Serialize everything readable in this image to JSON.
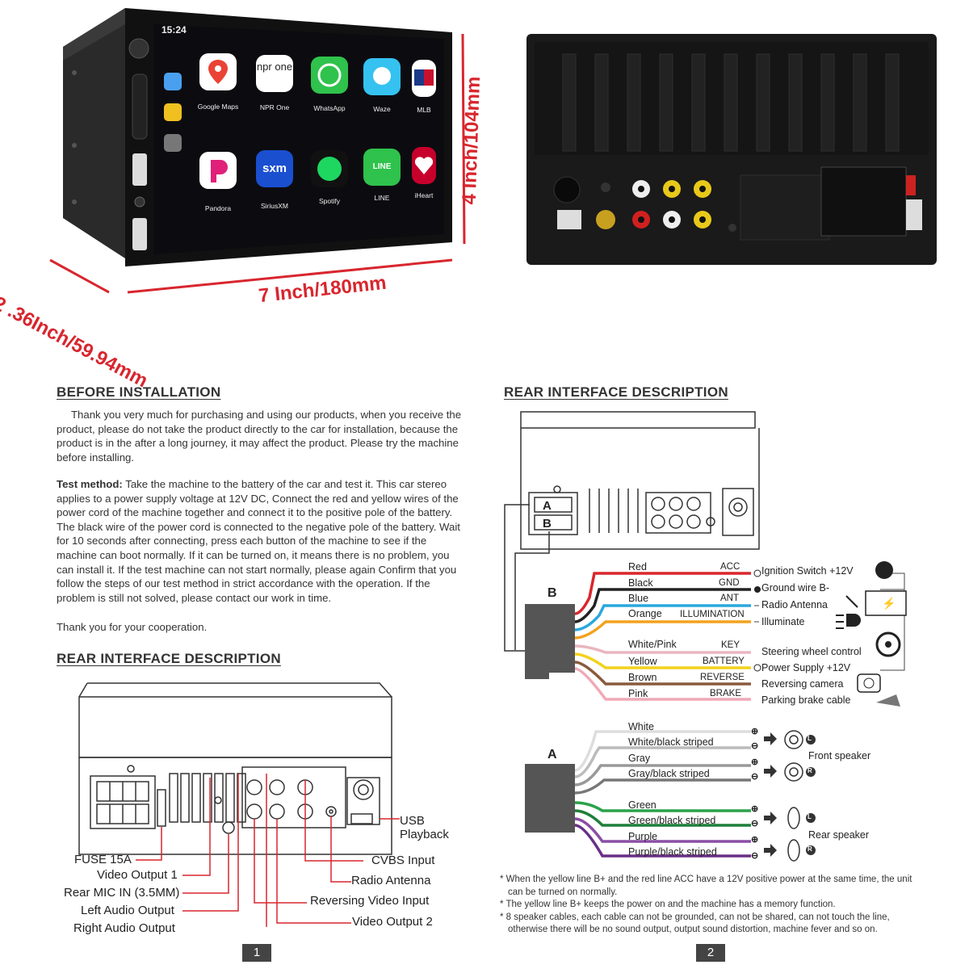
{
  "product": {
    "screen_time": "15:24",
    "apps_row1": [
      "Google Maps",
      "NPR One",
      "WhatsApp",
      "Waze",
      "MLB"
    ],
    "apps_row2": [
      "Pandora",
      "SiriusXM",
      "Spotify",
      "LINE",
      "iHeart"
    ],
    "npr_icon_text": "npr one",
    "sxm_icon_text": "sxm",
    "line_icon_text": "LINE",
    "dim_height": "4 Inch/104mm",
    "dim_width": "7 Inch/180mm",
    "dim_depth": "2 .36Inch/59.94mm"
  },
  "page1": {
    "before_title": "BEFORE INSTALLATION",
    "intro": "Thank you very much for purchasing and using our products, when you receive the product, please do not take the product directly to the car for installation, because the product is in the after a long journey, it may affect the product. Please try the machine before installing.",
    "test_label": "Test method:",
    "test_text": "Take the machine to the battery of the car and test it. This car stereo applies to a power supply voltage at 12V DC, Connect the red and yellow wires of the power cord of the machine together and connect it to the positive pole of the battery. The black wire of the power cord is connected to the negative pole of the battery. Wait for 10 seconds after connecting, press each button of the machine to see if the machine can boot normally. If it can be turned on, it means there is no problem, you can install it. If the test machine can not start normally, please again Confirm that you follow the steps of our test method in strict accordance with the operation. If the problem is still not solved, please contact our work in time.",
    "thanks": "Thank you for your cooperation.",
    "rear_title": "REAR INTERFACE DESCRIPTION",
    "left_labels": [
      "FUSE  15A",
      "Video Output 1",
      "Rear MIC IN (3.5MM)",
      "Left Audio Output",
      "Right Audio Output"
    ],
    "right_labels": [
      "CVBS Input",
      "Radio Antenna",
      "Reversing Video Input",
      "Video Output 2"
    ],
    "usb_label_1": "USB",
    "usb_label_2": "Playback",
    "page_number": "1"
  },
  "page2": {
    "rear_title": "REAR INTERFACE DESCRIPTION",
    "connector_b": "B",
    "connector_a": "A",
    "b_wires": [
      {
        "left": "Red",
        "right": "ACC",
        "color": "#d9262c"
      },
      {
        "left": "Black",
        "right": "GND",
        "color": "#222222"
      },
      {
        "left": "Blue",
        "right": "ANT",
        "color": "#29a8dc"
      },
      {
        "left": "Orange",
        "right": "ILLUMINATION",
        "color": "#f3a21d"
      },
      {
        "left": "White/Pink",
        "right": "KEY",
        "color": "#e9b6c0"
      },
      {
        "left": "Yellow",
        "right": "BATTERY",
        "color": "#f3d21d"
      },
      {
        "left": "Brown",
        "right": "REVERSE",
        "color": "#8a5a3c"
      },
      {
        "left": "Pink",
        "right": "BRAKE",
        "color": "#f0a9b6"
      }
    ],
    "b_targets": [
      "Ignition Switch +12V",
      "Ground wire B-",
      "Radio Antenna",
      "Illuminate",
      "Steering wheel control",
      "Power Supply +12V",
      "Reversing camera",
      "Parking brake cable"
    ],
    "a_wires": [
      {
        "left": "White",
        "color": "#dddddd"
      },
      {
        "left": "White/black striped",
        "color": "#bbbbbb"
      },
      {
        "left": "Gray",
        "color": "#999999"
      },
      {
        "left": "Gray/black striped",
        "color": "#777777"
      },
      {
        "left": "Green",
        "color": "#2aa24a"
      },
      {
        "left": "Green/black striped",
        "color": "#1f7f3a"
      },
      {
        "left": "Purple",
        "color": "#8a4ea5"
      },
      {
        "left": "Purple/black striped",
        "color": "#6a2f86"
      }
    ],
    "front_speaker": "Front speaker",
    "rear_speaker": "Rear speaker",
    "speaker_L": "L",
    "speaker_R": "R",
    "notes": [
      "* When the yellow line B+ and the red line ACC have a 12V positive power at the same time, the unit can be turned on normally.",
      "* The yellow line B+ keeps the power on and the machine has a memory function.",
      "* 8 speaker cables, each cable can not be grounded, can not be shared, can not touch the line, otherwise there will be no sound output, output sound distortion, machine fever and so on."
    ],
    "page_number": "2"
  }
}
